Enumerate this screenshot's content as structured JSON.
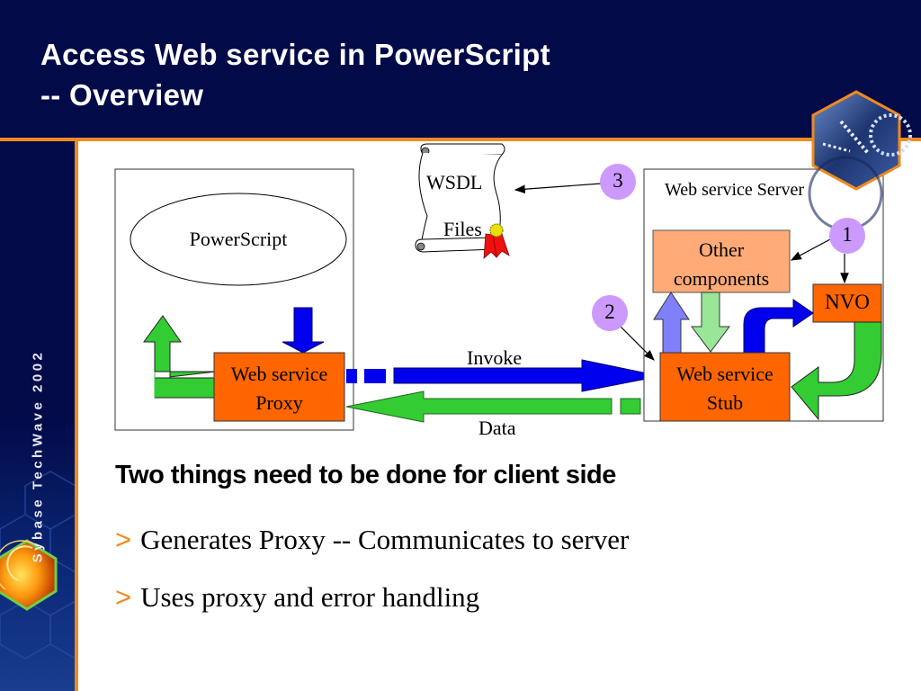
{
  "slide": {
    "title_line1": "Access Web service in PowerScript",
    "title_line2": "-- Overview",
    "sidebar_text": "Sybase TechWave 2002",
    "logo_icon": "gears-hexagon-icon",
    "sidebar_decoration_icon": "hexagon-glow-icon"
  },
  "colors": {
    "header_bg": "#020a48",
    "accent_orange": "#f08a1e",
    "box_orange": "#ff6600",
    "box_light_orange": "#ffaa77",
    "arrow_blue": "#0000ee",
    "arrow_green": "#33cc33",
    "arrow_light_blue": "#8080ff",
    "arrow_light_green": "#99e699",
    "marker_purple": "#cc99ff"
  },
  "diagram": {
    "client_box": {
      "ellipse_label": "PowerScript",
      "proxy_line1": "Web service",
      "proxy_line2": "Proxy"
    },
    "wsdl": {
      "line1": "WSDL",
      "line2": "Files"
    },
    "server_box": {
      "title": "Web service Server",
      "other_line1": "Other",
      "other_line2": "components",
      "nvo": "NVO",
      "stub_line1": "Web service",
      "stub_line2": "Stub"
    },
    "invoke_label": "Invoke",
    "data_label": "Data",
    "markers": [
      "1",
      "2",
      "3"
    ]
  },
  "content": {
    "heading": "Two things need to be done for client side",
    "bullet_mark": ">",
    "bullets": [
      "Generates Proxy -- Communicates to server",
      "Uses proxy and error handling"
    ]
  }
}
